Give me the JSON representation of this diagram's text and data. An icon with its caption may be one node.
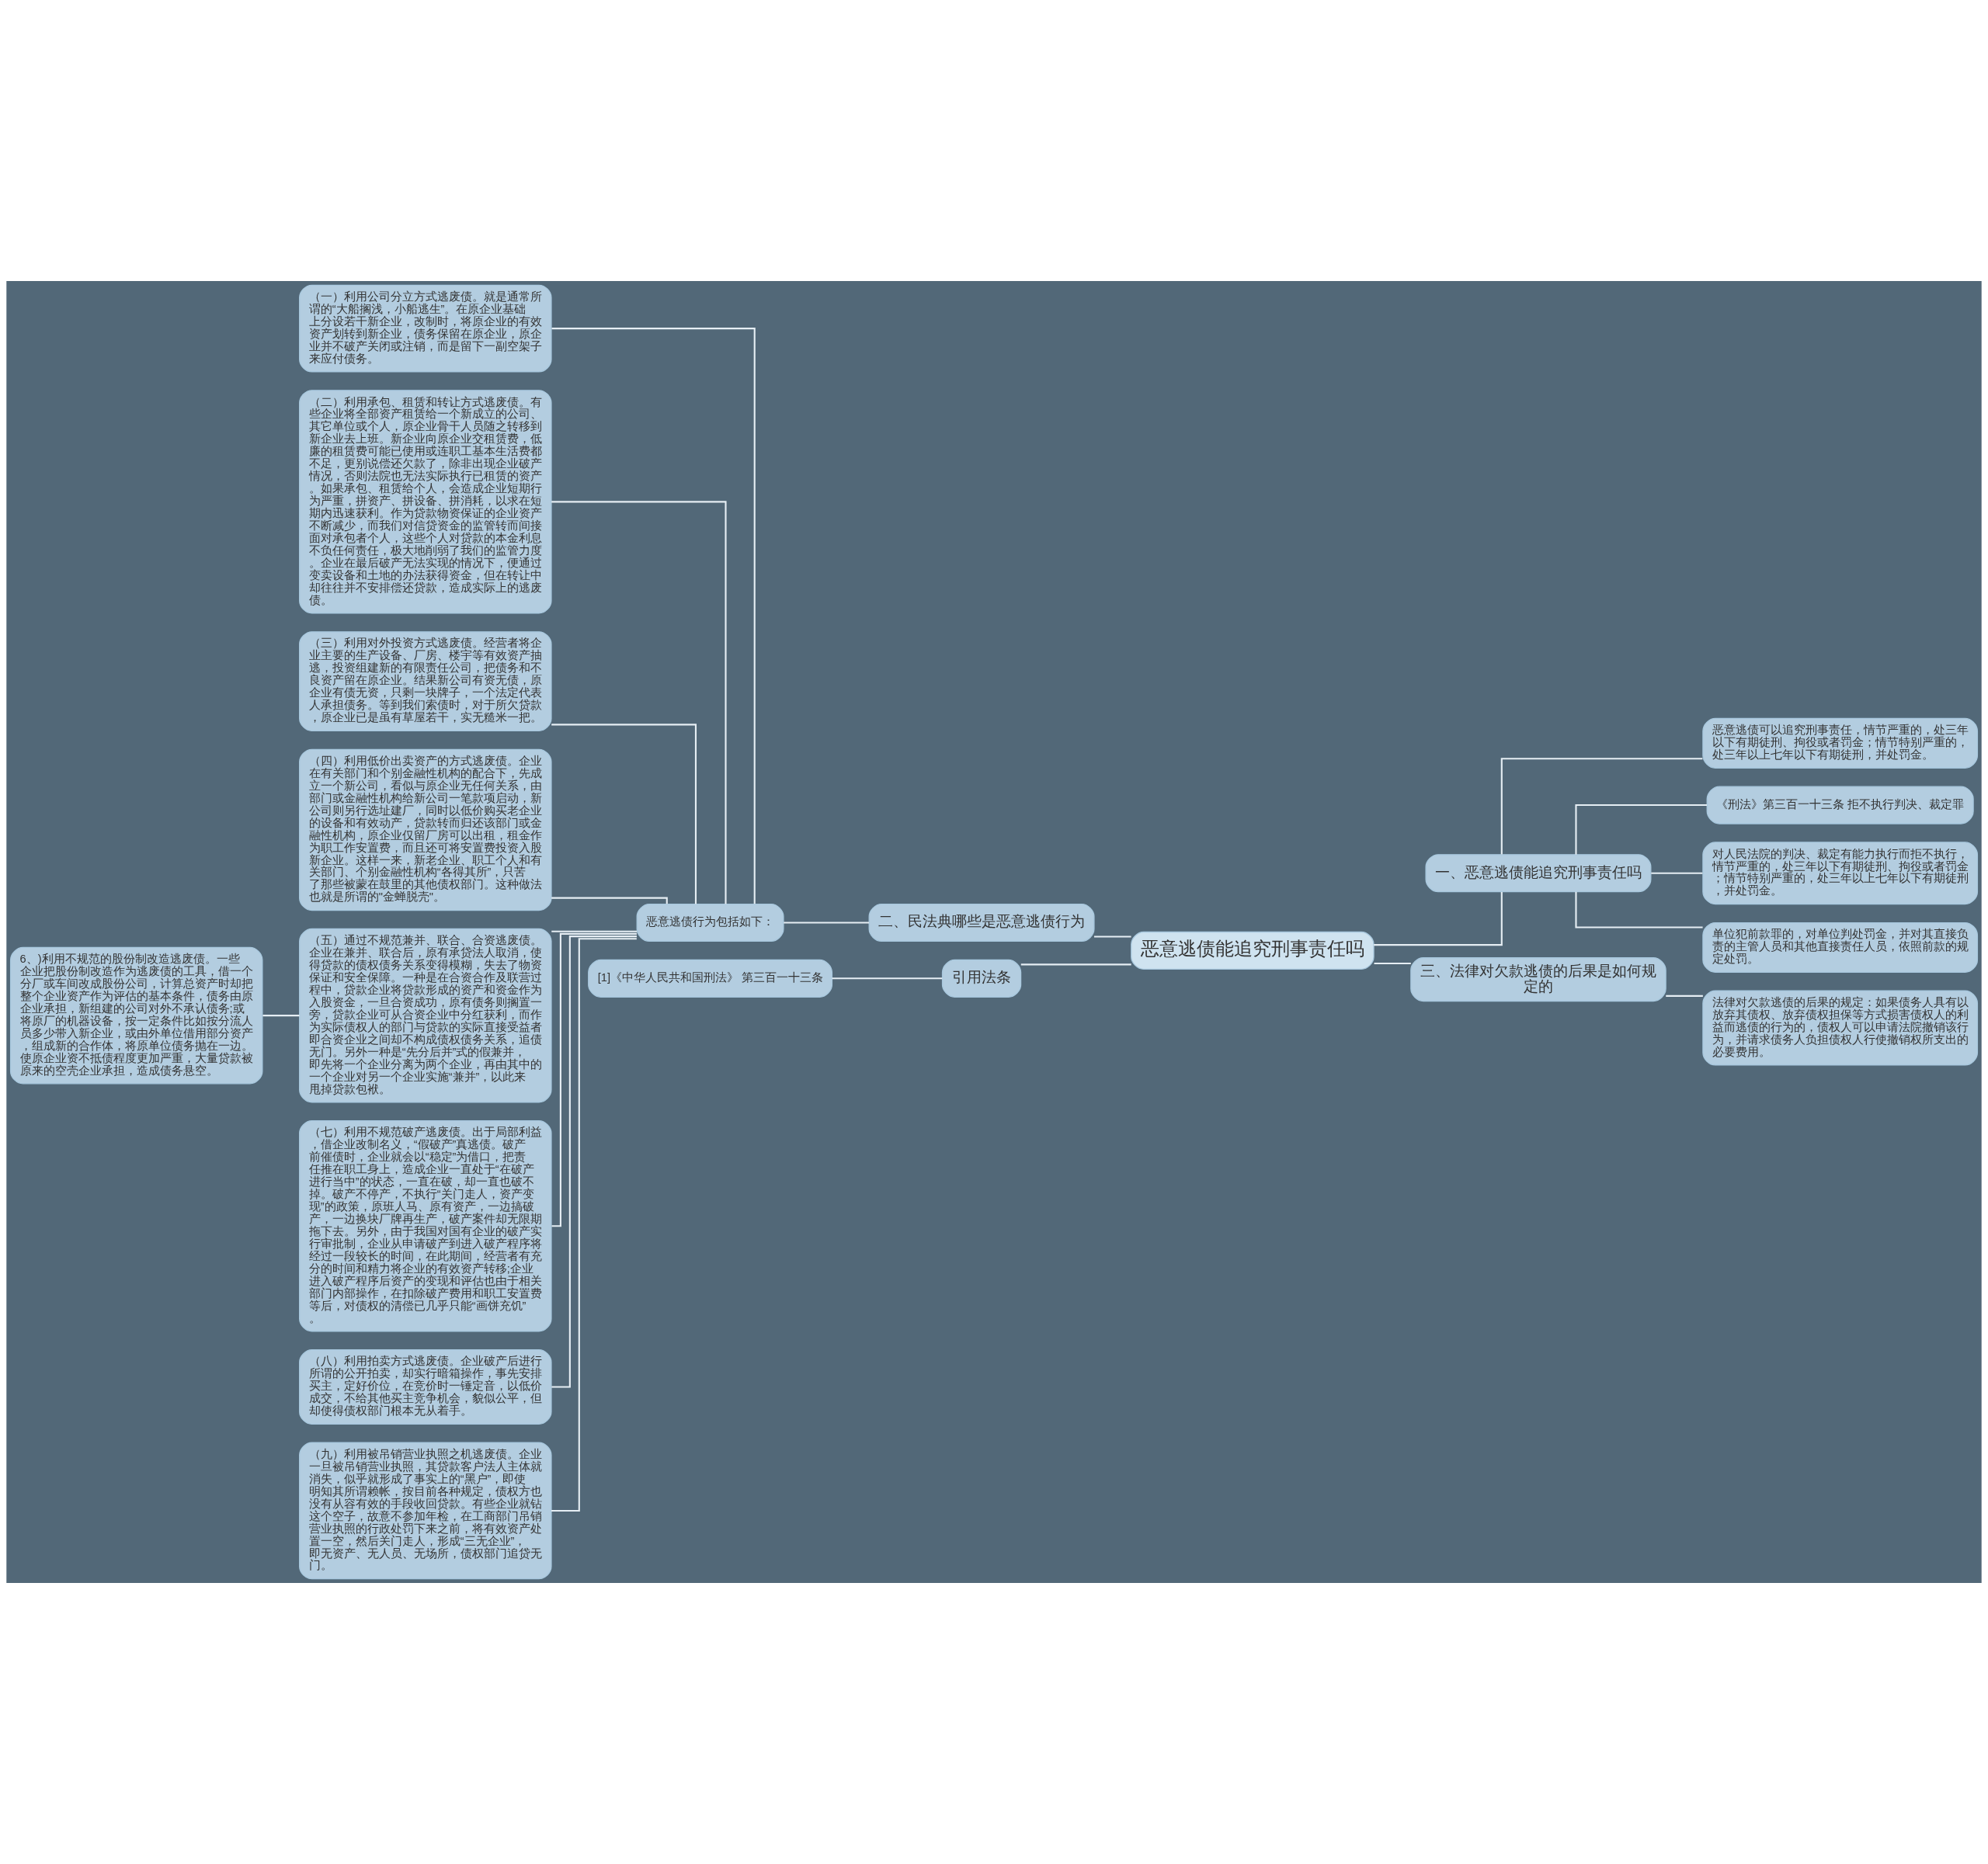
{
  "diagram": {
    "nodes": [
      {
        "text": [
          "恶意逃债能追究刑事责任吗"
        ]
      },
      {
        "text": [
          "二、民法典哪些是恶意逃债行为"
        ]
      },
      {
        "text": [
          "恶意逃债行为包括如下："
        ]
      },
      {
        "text": [
          "（一）利用公司分立方式逃废债。就是通常所谓的“大船搁浅，小船逃生”。在原企业基础上分设若干新企业，改制时，将原企业的有效资产划转到新企业，债务保留在原企业，原企业并不破产关闭或注销，而是留下一副空架子来应付债务。"
        ]
      },
      {
        "text": [
          "（二）利用承包、租赁和转让方式逃废债。有些企业将全部资产租赁给一个新成立的公司、其它单位或个人，原企业骨干人员随之转移到新企业去上班。新企业向原企业交租赁费，低廉的租赁费可能已使用或连职工基本生活费都不足，更别说偿还欠款了，除非出现企业破产情况，否则法院也无法实际执行已租赁的资产。如果承包、租赁给个人，会造成企业短期行为严重，拼资产、拼设备、拼消耗，以求在短期内迅速获利。作为贷款物资保证的企业资产不断减少，而我们对信贷资金的监管转而间接面对承包者个人，这些个人对贷款的本金利息不负任何责任，极大地削弱了我们的监管力度。企业在最后破产无法实现的情况下，便通过变卖设备和土地的办法获得资金，但在转让中却往往并不安排偿还贷款，造成实际上的逃废债。"
        ]
      },
      {
        "text": [
          "（三）利用对外投资方式逃废债。经营者将企业主要的生产设备、厂房、楼宇等有效资产抽逃，投资组建新的有限责任公司，把债务和不良资产留在原企业。结果新公司有资无债，原企业有债无资，只剩一块牌子，一个法定代表人承担债务。等到我们索债时，对于所欠贷款，原企业已是虽有草屋若干，实无糙米一把。"
        ]
      },
      {
        "text": [
          "（四）利用低价出卖资产的方式逃废债。企业在有关部门和个别金融性机构的配合下，先成立一个新公司，看似与原企业无任何关系，由部门或金融性机构给新公司一笔款项启动，新公司则另行选址建厂，同时以低价购买老企业的设备和有效动产，贷款转而归还该部门或金融性机构，原企业仅留厂房可以出租，租金作为职工作安置费，而且还可将安置费投资入股新企业。这样一来，新老企业、职工个人和有关部门、个别金融性机构“各得其所”，只苦了那些被蒙在鼓里的其他债权部门。这种做法也就是所谓的\"金蝉脱壳\"。"
        ]
      },
      {
        "text": [
          "（五）通过不规范兼并、联合、合资逃废债。企业在兼并、联合后，原有承贷法人取消，使得贷款的债权债务关系变得模糊，失去了物资保证和安全保障。一种是在合资合作及联营过程中，贷款企业将贷款形成的资产和资金作为入股资金，一旦合资成功，原有债务则搁置一旁，贷款企业可从合资企业中分红获利，而作为实际债权人的部门与贷款的实际直接受益者即合资企业之间却不构成债权债务关系，追债无门。另外一种是“先分后并”式的假兼并，即先将一个企业分离为两个企业，再由其中的一个企业对另一个企业实施“兼并”，以此来甩掉贷款包袱。"
        ]
      },
      {
        "text": [
          "（七）利用不规范破产逃废债。出于局部利益，借企业改制名义，“假破产”真逃债。破产前催债时，企业就会以“稳定”为借口，把责任推在职工身上，造成企业一直处于“在破产进行当中”的状态，一直在破，却一直也破不掉。破产不停产，不执行“关门走人，资产变现”的政策，原班人马、原有资产，一边搞破产，一边换块厂牌再生产，破产案件却无限期拖下去。另外，由于我国对国有企业的破产实行审批制，企业从申请破产到进入破产程序将经过一段较长的时间，在此期间，经营者有充分的时间和精力将企业的有效资产转移;企业进入破产程序后资产的变现和评估也由于相关部门内部操作，在扣除破产费用和职工安置费等后，对债权的清偿已几乎只能“画饼充饥”。"
        ]
      },
      {
        "text": [
          "（八）利用拍卖方式逃废债。企业破产后进行所谓的公开拍卖，却实行暗箱操作，事先安排买主，定好价位，在竞价时一锤定音，以低价成交，不给其他买主竞争机会，貌似公平，但却使得债权部门根本无从着手。"
        ]
      },
      {
        "text": [
          "（九）利用被吊销营业执照之机逃废债。企业一旦被吊销营业执照，其贷款客户法人主体就消失，似乎就形成了事实上的“黑户”，即使明知其所谓赖帐，按目前各种规定，债权方也没有从容有效的手段收回贷款。有些企业就钻这个空子，故意不参加年检，在工商部门吊销营业执照的行政处罚下来之前，将有效资产处置一空，然后关门走人，形成“三无企业”，即无资产、无人员、无场所，债权部门追贷无门。"
        ]
      },
      {
        "text": [
          "6、)利用不规范的股份制改造逃废债。一些企业把股份制改造作为逃废债的工具，借一个分厂或车间改成股份公司，计算总资产时却把整个企业资产作为评估的基本条件，债务由原企业承担，新组建的公司对外不承认债务;或将原厂的机器设备，按一定条件比如按分流人员多少带入新企业，或由外单位借用部分资产，组成新的合作体，将原单位债务抛在一边。使原企业资不抵债程度更加严重，大量贷款被原来的空壳企业承担，造成债务悬空。"
        ]
      },
      {
        "text": [
          "引用法条"
        ]
      },
      {
        "text": [
          "[1]《中华人民共和国刑法》 第三百一十三条"
        ]
      },
      {
        "text": [
          "一、恶意逃债能追究刑事责任吗"
        ]
      },
      {
        "text": [
          "恶意逃债可以追究刑事责任，情节严重的，处三年以下有期徒刑、拘役或者罚金；情节特别严重的，处三年以上七年以下有期徒刑，并处罚金。"
        ]
      },
      {
        "text": [
          "《刑法》第三百一十三条 拒不执行判决、裁定罪"
        ]
      },
      {
        "text": [
          "对人民法院的判决、裁定有能力执行而拒不执行，情节严重的，处三年以下有期徒刑、拘役或者罚金；情节特别严重的，处三年以上七年以下有期徒刑，并处罚金。"
        ]
      },
      {
        "text": [
          "单位犯前款罪的，对单位判处罚金，并对其直接负责的主管人员和其他直接责任人员，依照前款的规定处罚。"
        ]
      },
      {
        "text": [
          "三、法律对欠款逃债的后果是如何规定的"
        ]
      },
      {
        "text": [
          "法律对欠款逃债的后果的规定：如果债务人具有以放弃其债权、放弃债权担保等方式损害债权人的利益而逃债的行为的，债权人可以申请法院撤销该行为，并请求债务人负担债权人行使撤销权所支出的必要费用。"
        ]
      }
    ],
    "edges": [
      {
        "from": 0,
        "to": 1,
        "arrow": "none"
      },
      {
        "from": 1,
        "to": 2,
        "arrow": "none"
      },
      {
        "from": 2,
        "to": 3,
        "arrow": "none"
      },
      {
        "from": 2,
        "to": 4,
        "arrow": "none"
      },
      {
        "from": 2,
        "to": 5,
        "arrow": "none"
      },
      {
        "from": 2,
        "to": 6,
        "arrow": "none"
      },
      {
        "from": 2,
        "to": 7,
        "arrow": "none"
      },
      {
        "from": 2,
        "to": 8,
        "arrow": "none"
      },
      {
        "from": 2,
        "to": 9,
        "arrow": "none"
      },
      {
        "from": 2,
        "to": 10,
        "arrow": "none"
      },
      {
        "from": 7,
        "to": 11,
        "arrow": "none"
      },
      {
        "from": 0,
        "to": 12,
        "arrow": "none"
      },
      {
        "from": 12,
        "to": 13,
        "arrow": "none"
      },
      {
        "from": 0,
        "to": 14,
        "arrow": "none"
      },
      {
        "from": 14,
        "to": 15,
        "arrow": "none"
      },
      {
        "from": 14,
        "to": 16,
        "arrow": "none"
      },
      {
        "from": 14,
        "to": 17,
        "arrow": "none"
      },
      {
        "from": 14,
        "to": 18,
        "arrow": "none"
      },
      {
        "from": 0,
        "to": 19,
        "arrow": "none"
      },
      {
        "from": 19,
        "to": 20,
        "arrow": "none"
      }
    ]
  }
}
